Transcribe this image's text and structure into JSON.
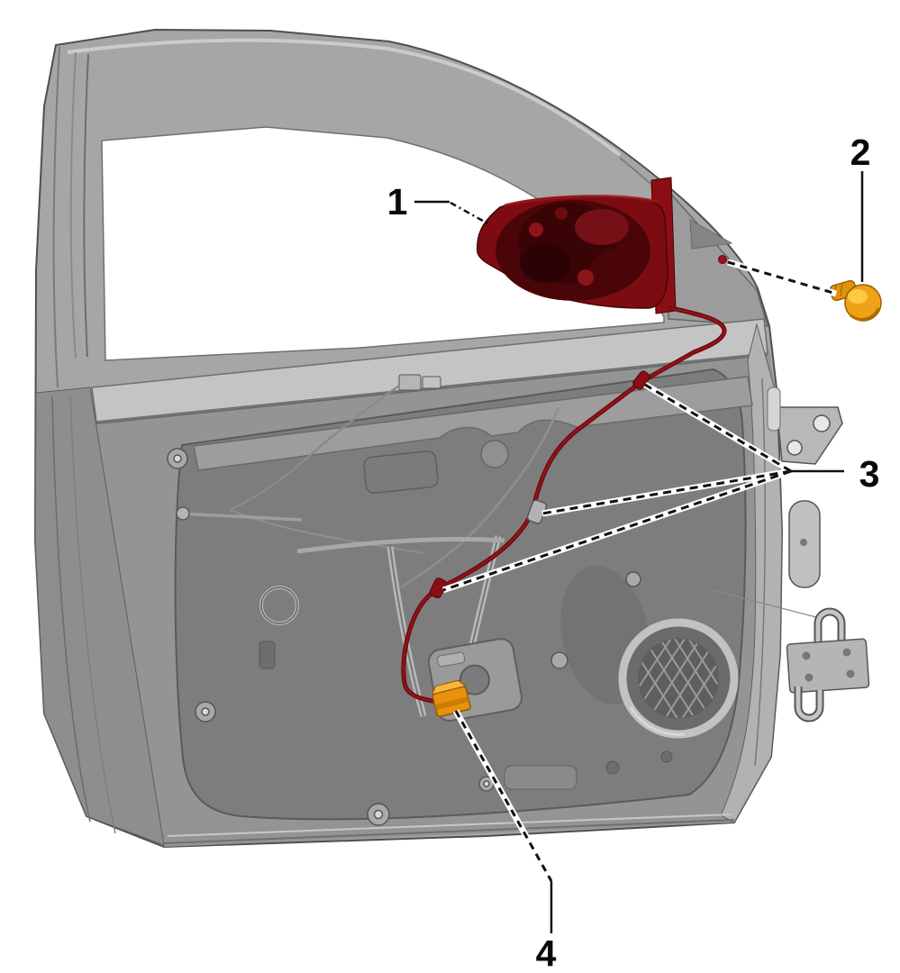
{
  "figure": {
    "type": "technical-illustration",
    "subject": "front-door-exterior-mirror-and-harness",
    "background": "#ffffff"
  },
  "callouts": [
    {
      "label": "1",
      "target": "exterior-mirror"
    },
    {
      "label": "2",
      "target": "mirror-mounting-bolt"
    },
    {
      "label": "3",
      "target": "harness-retaining-clips"
    },
    {
      "label": "4",
      "target": "mirror-harness-connector"
    }
  ],
  "colors": {
    "mirror_red": "#7c0c12",
    "mirror_glass_dark": "#4a0508",
    "sail_red": "#8c0e15",
    "harness_red": "#6f0a0f",
    "bolt_orange": "#f0a216",
    "connector_orange": "#e8920b",
    "door_gray": "#a6a6a6",
    "panel_gray": "#949494",
    "cavity_gray": "#7d7d7d",
    "leader_black": "#111111"
  }
}
